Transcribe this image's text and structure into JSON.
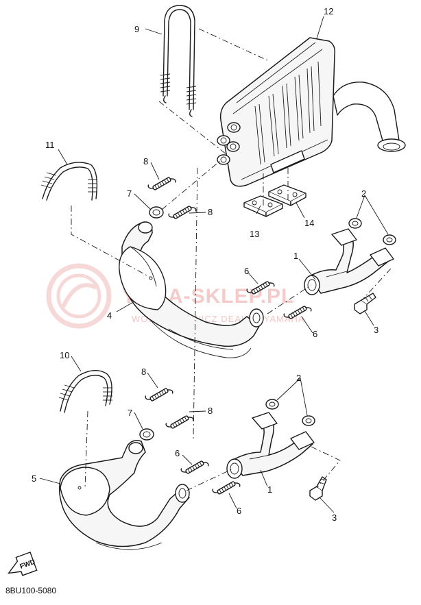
{
  "callouts": {
    "c1a": "1",
    "c1b": "1",
    "c2a": "2",
    "c2b": "2",
    "c3a": "3",
    "c3b": "3",
    "c4": "4",
    "c5": "5",
    "c6a": "6",
    "c6b": "6",
    "c6c": "6",
    "c6d": "6",
    "c7a": "7",
    "c7b": "7",
    "c8a": "8",
    "c8b": "8",
    "c8c": "8",
    "c8d": "8",
    "c9": "9",
    "c10": "10",
    "c11": "11",
    "c12": "12",
    "c13": "13",
    "c14": "14"
  },
  "watermark": {
    "main": "YAMA-SKLEP.PL",
    "sub": "WOJCIECHOWICZ DEALER YAMAHA"
  },
  "fwd_label": "FWD",
  "diagram_code": "8BU100-5080",
  "colors": {
    "ink": "#1a1a1a",
    "watermark": "#f2b9b9"
  }
}
